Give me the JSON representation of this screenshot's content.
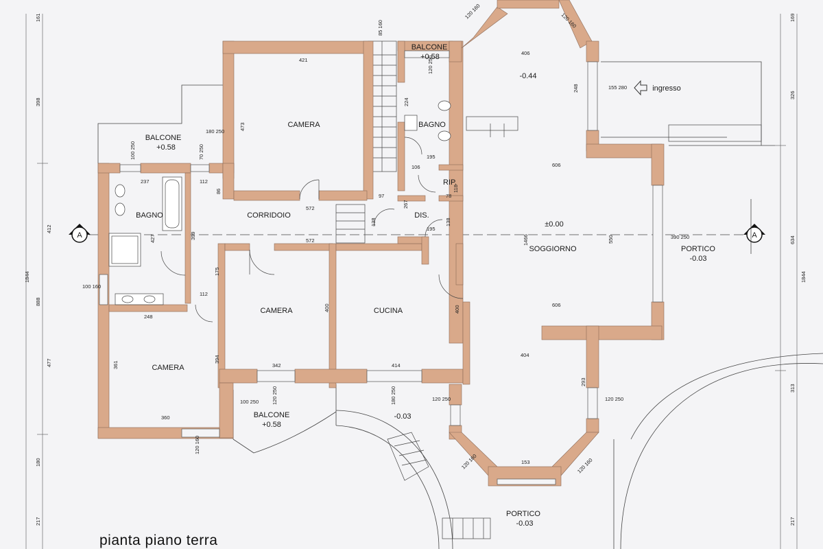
{
  "caption": "pianta  piano terra",
  "rooms": {
    "camera_top": "CAMERA",
    "balcone_top_left": "BALCONE",
    "balcone_top_left_level": "+0.58",
    "balcone_top_mid": "BALCONE",
    "balcone_top_mid_level": "+0.58",
    "bagno_top": "BAGNO",
    "bagno_left": "BAGNO",
    "corridoio": "CORRIDOIO",
    "rip": "RIP.",
    "dis": "DIS.",
    "soggiorno": "SOGGIORNO",
    "soggiorno_level": "±0.00",
    "camera_mid": "CAMERA",
    "cucina": "CUCINA",
    "camera_left": "CAMERA",
    "balcone_bottom": "BALCONE",
    "balcone_bottom_level": "+0.58",
    "portico_right": "PORTICO",
    "portico_right_level": "-0.03",
    "portico_bottom": "PORTICO",
    "portico_bottom_level": "-0.03",
    "ingresso": "ingresso",
    "level_top": "-0.44",
    "level_bottom_mid": "-0.03",
    "section_marker": "A"
  },
  "dims": {
    "d421": "421",
    "d473": "473",
    "d398": "398",
    "d161": "161",
    "d412": "412",
    "d888": "888",
    "d477": "477",
    "d180": "180",
    "d217": "217",
    "d1844": "1844",
    "d169": "169",
    "d326": "326",
    "d634": "634",
    "d313": "313",
    "d217r": "217",
    "d1844r": "1844",
    "d237": "237",
    "d112a": "112",
    "d86": "86",
    "d427": "427",
    "d399": "399",
    "d572a": "572",
    "d572b": "572",
    "d175": "175",
    "d112b": "112",
    "d248": "248",
    "d361": "361",
    "d360": "360",
    "d394": "394",
    "d342": "342",
    "d400a": "400",
    "d414": "414",
    "d400b": "400",
    "d406": "406",
    "d404": "404",
    "d606a": "606",
    "d606b": "606",
    "d1466": "1466",
    "d550": "550",
    "d248b": "248",
    "d293": "293",
    "d153": "153",
    "d224": "224",
    "d195a": "195",
    "d195b": "195",
    "d106": "106",
    "d97": "97",
    "d267": "267",
    "d138a": "138",
    "d138b": "138",
    "d118": "118",
    "d78": "78",
    "w100_250": "100 250",
    "w180_250": "180 250",
    "w70_250": "70 250",
    "w120_250a": "120 250",
    "w85_160": "85 160",
    "w155_280": "155 280",
    "w100_160": "100 160",
    "w390_250": "390 250",
    "w100_250b": "100 250",
    "w120_250b": "120 250",
    "w180_250b": "180 250",
    "w120_250c": "120 250",
    "w120_250d": "120 250",
    "w120_160a": "120 160",
    "w120_160b": "120 160",
    "w120_160c": "120 160",
    "w120_160d": "120 160",
    "w120_160e": "120 160"
  },
  "colors": {
    "wall": "#d9a98a",
    "wall_stroke": "#8a6a58",
    "line": "#333333",
    "paper": "#f4f4f6"
  }
}
